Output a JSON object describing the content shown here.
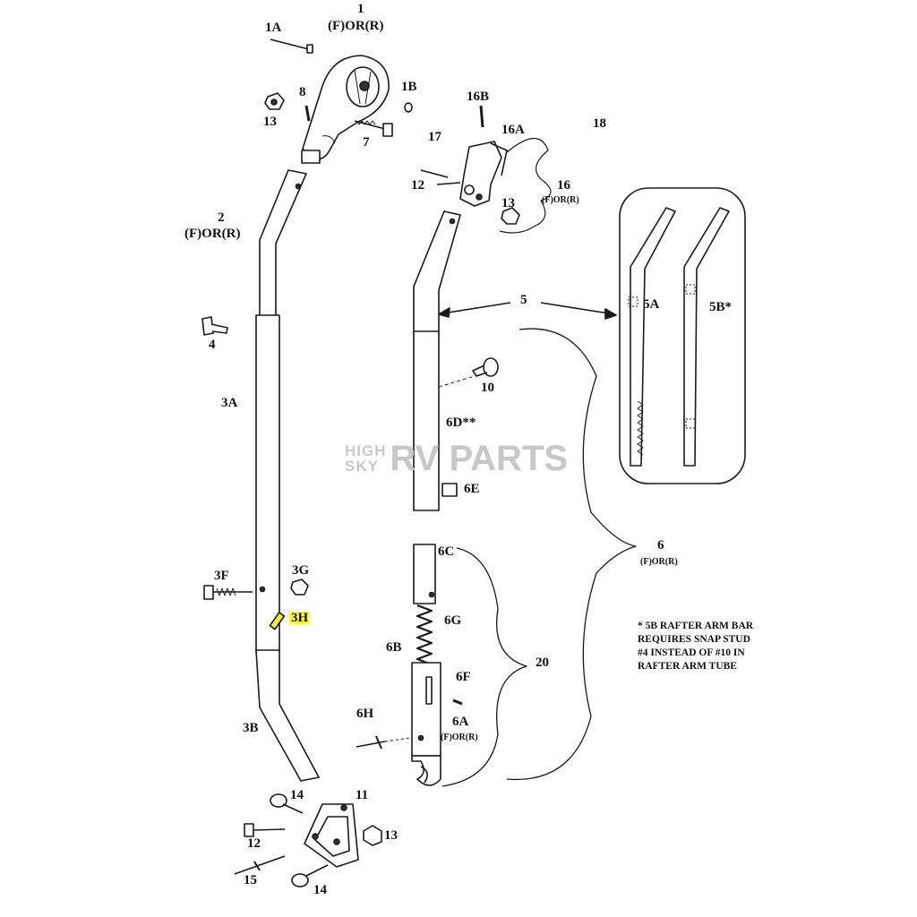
{
  "labels": {
    "n1": "1",
    "n1_sub": "(F)OR(R)",
    "n1A": "1A",
    "n1B": "1B",
    "n8": "8",
    "n13a": "13",
    "n7": "7",
    "n2": "2",
    "n2_sub": "(F)OR(R)",
    "n4": "4",
    "n3A": "3A",
    "n3F": "3F",
    "n3G": "3G",
    "n3H": "3H",
    "n3B": "3B",
    "n16B": "16B",
    "n16A": "16A",
    "n17": "17",
    "n18": "18",
    "n12a": "12",
    "n13b": "13",
    "n16": "16",
    "n16_sub": "(F)OR(R)",
    "n5": "5",
    "n5A": "5A",
    "n5B": "5B*",
    "n10": "10",
    "n6D": "6D**",
    "n6E": "6E",
    "n6C": "6C",
    "n6G": "6G",
    "n6B": "6B",
    "n6F": "6F",
    "n6H": "6H",
    "n6A": "6A",
    "n6A_sub": "(F)OR(R)",
    "n6": "6",
    "n6_sub": "(F)OR(R)",
    "n20": "20",
    "n14a": "14",
    "n11": "11",
    "n12b": "12",
    "n13c": "13",
    "n15": "15",
    "n14b": "14"
  },
  "note": {
    "line1": "* 5B RAFTER ARM BAR",
    "line2": "REQUIRES SNAP STUD",
    "line3": "#4 INSTEAD OF #10 IN",
    "line4": "RAFTER ARM TUBE"
  },
  "watermark": {
    "top": "HIGH",
    "bottom": "SKY",
    "brand": "RV PARTS"
  },
  "highlight_color": "#ffff40"
}
